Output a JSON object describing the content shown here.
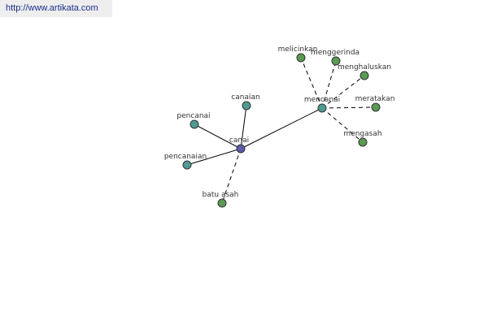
{
  "watermark": "http://www.artikata.com",
  "colors": {
    "center": "#5b5ba6",
    "hub": "#4f9a92",
    "leaf_teal": "#4f9a92",
    "leaf_green": "#5a9a52",
    "stroke": "#333333",
    "edge": "#000000"
  },
  "nodes": [
    {
      "id": "canai",
      "label": "canai",
      "kind": "center"
    },
    {
      "id": "mencanai",
      "label": "mencanai",
      "kind": "hub"
    },
    {
      "id": "canaian",
      "label": "canaian",
      "kind": "leaf_teal"
    },
    {
      "id": "pencanai",
      "label": "pencanai",
      "kind": "leaf_teal"
    },
    {
      "id": "pencanaian",
      "label": "pencanaian",
      "kind": "leaf_teal"
    },
    {
      "id": "batu-asah",
      "label": "batu asah",
      "kind": "leaf_green"
    },
    {
      "id": "melicinkan",
      "label": "melicinkan",
      "kind": "leaf_green"
    },
    {
      "id": "menggerinda",
      "label": "menggerinda",
      "kind": "leaf_green"
    },
    {
      "id": "menghaluskan",
      "label": "menghaluskan",
      "kind": "leaf_green"
    },
    {
      "id": "meratakan",
      "label": "meratakan",
      "kind": "leaf_green"
    },
    {
      "id": "mengasah",
      "label": "mengasah",
      "kind": "leaf_green"
    }
  ],
  "edges": [
    {
      "from": "canai",
      "to": "mencanai",
      "style": "solid"
    },
    {
      "from": "canai",
      "to": "canaian",
      "style": "solid"
    },
    {
      "from": "canai",
      "to": "pencanai",
      "style": "solid"
    },
    {
      "from": "canai",
      "to": "pencanaian",
      "style": "solid"
    },
    {
      "from": "canai",
      "to": "batu-asah",
      "style": "dashed"
    },
    {
      "from": "mencanai",
      "to": "melicinkan",
      "style": "dashed"
    },
    {
      "from": "mencanai",
      "to": "menggerinda",
      "style": "dashed"
    },
    {
      "from": "mencanai",
      "to": "menghaluskan",
      "style": "dashed"
    },
    {
      "from": "mencanai",
      "to": "meratakan",
      "style": "dashed"
    },
    {
      "from": "mencanai",
      "to": "mengasah",
      "style": "dashed"
    }
  ]
}
